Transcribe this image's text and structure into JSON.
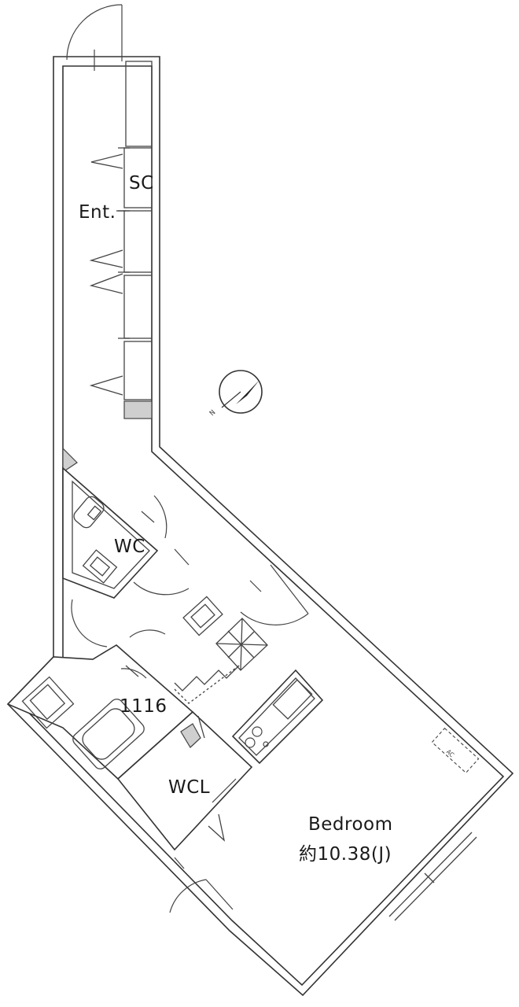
{
  "rooms": {
    "entrance": "Ent.",
    "shoe_closet": "SC",
    "toilet": "WC",
    "bath": "1116",
    "walk_in_closet": "WCL",
    "bedroom": "Bedroom",
    "bedroom_area": "約10.38(J)"
  },
  "compass_mark": "N",
  "aircon_mark": "AC"
}
